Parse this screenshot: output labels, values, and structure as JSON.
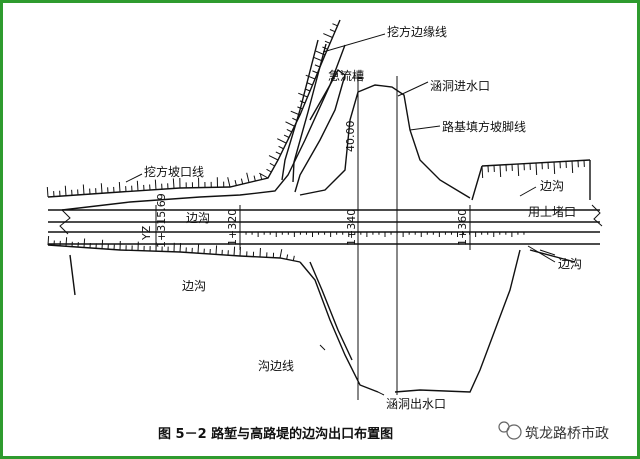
{
  "labels": {
    "cut_edge_line": "挖方边缘线",
    "chute": "急流槽",
    "culvert_inlet": "涵洞进水口",
    "embankment_toe": "路基填方坡脚线",
    "cut_top_line": "挖方坡口线",
    "side_ditch_right_upper": "边沟",
    "soil_plug": "用土堵口",
    "side_ditch_mid": "边沟",
    "side_ditch_left_lower": "边沟",
    "side_ditch_right_lower": "边沟",
    "ditch_edge_line": "沟边线",
    "culvert_outlet": "涵洞出水口",
    "dimension": "40.00"
  },
  "stations": {
    "yz": "YZ",
    "k315": "1+315.69",
    "k320": "1+320",
    "k340": "1+340",
    "k360": "1+360"
  },
  "caption": "图 5－2    路堑与高路堤的边沟出口布置图",
  "watermark": "筑龙路桥市政",
  "colors": {
    "frame": "#2e9b2e",
    "ink": "#111111"
  }
}
